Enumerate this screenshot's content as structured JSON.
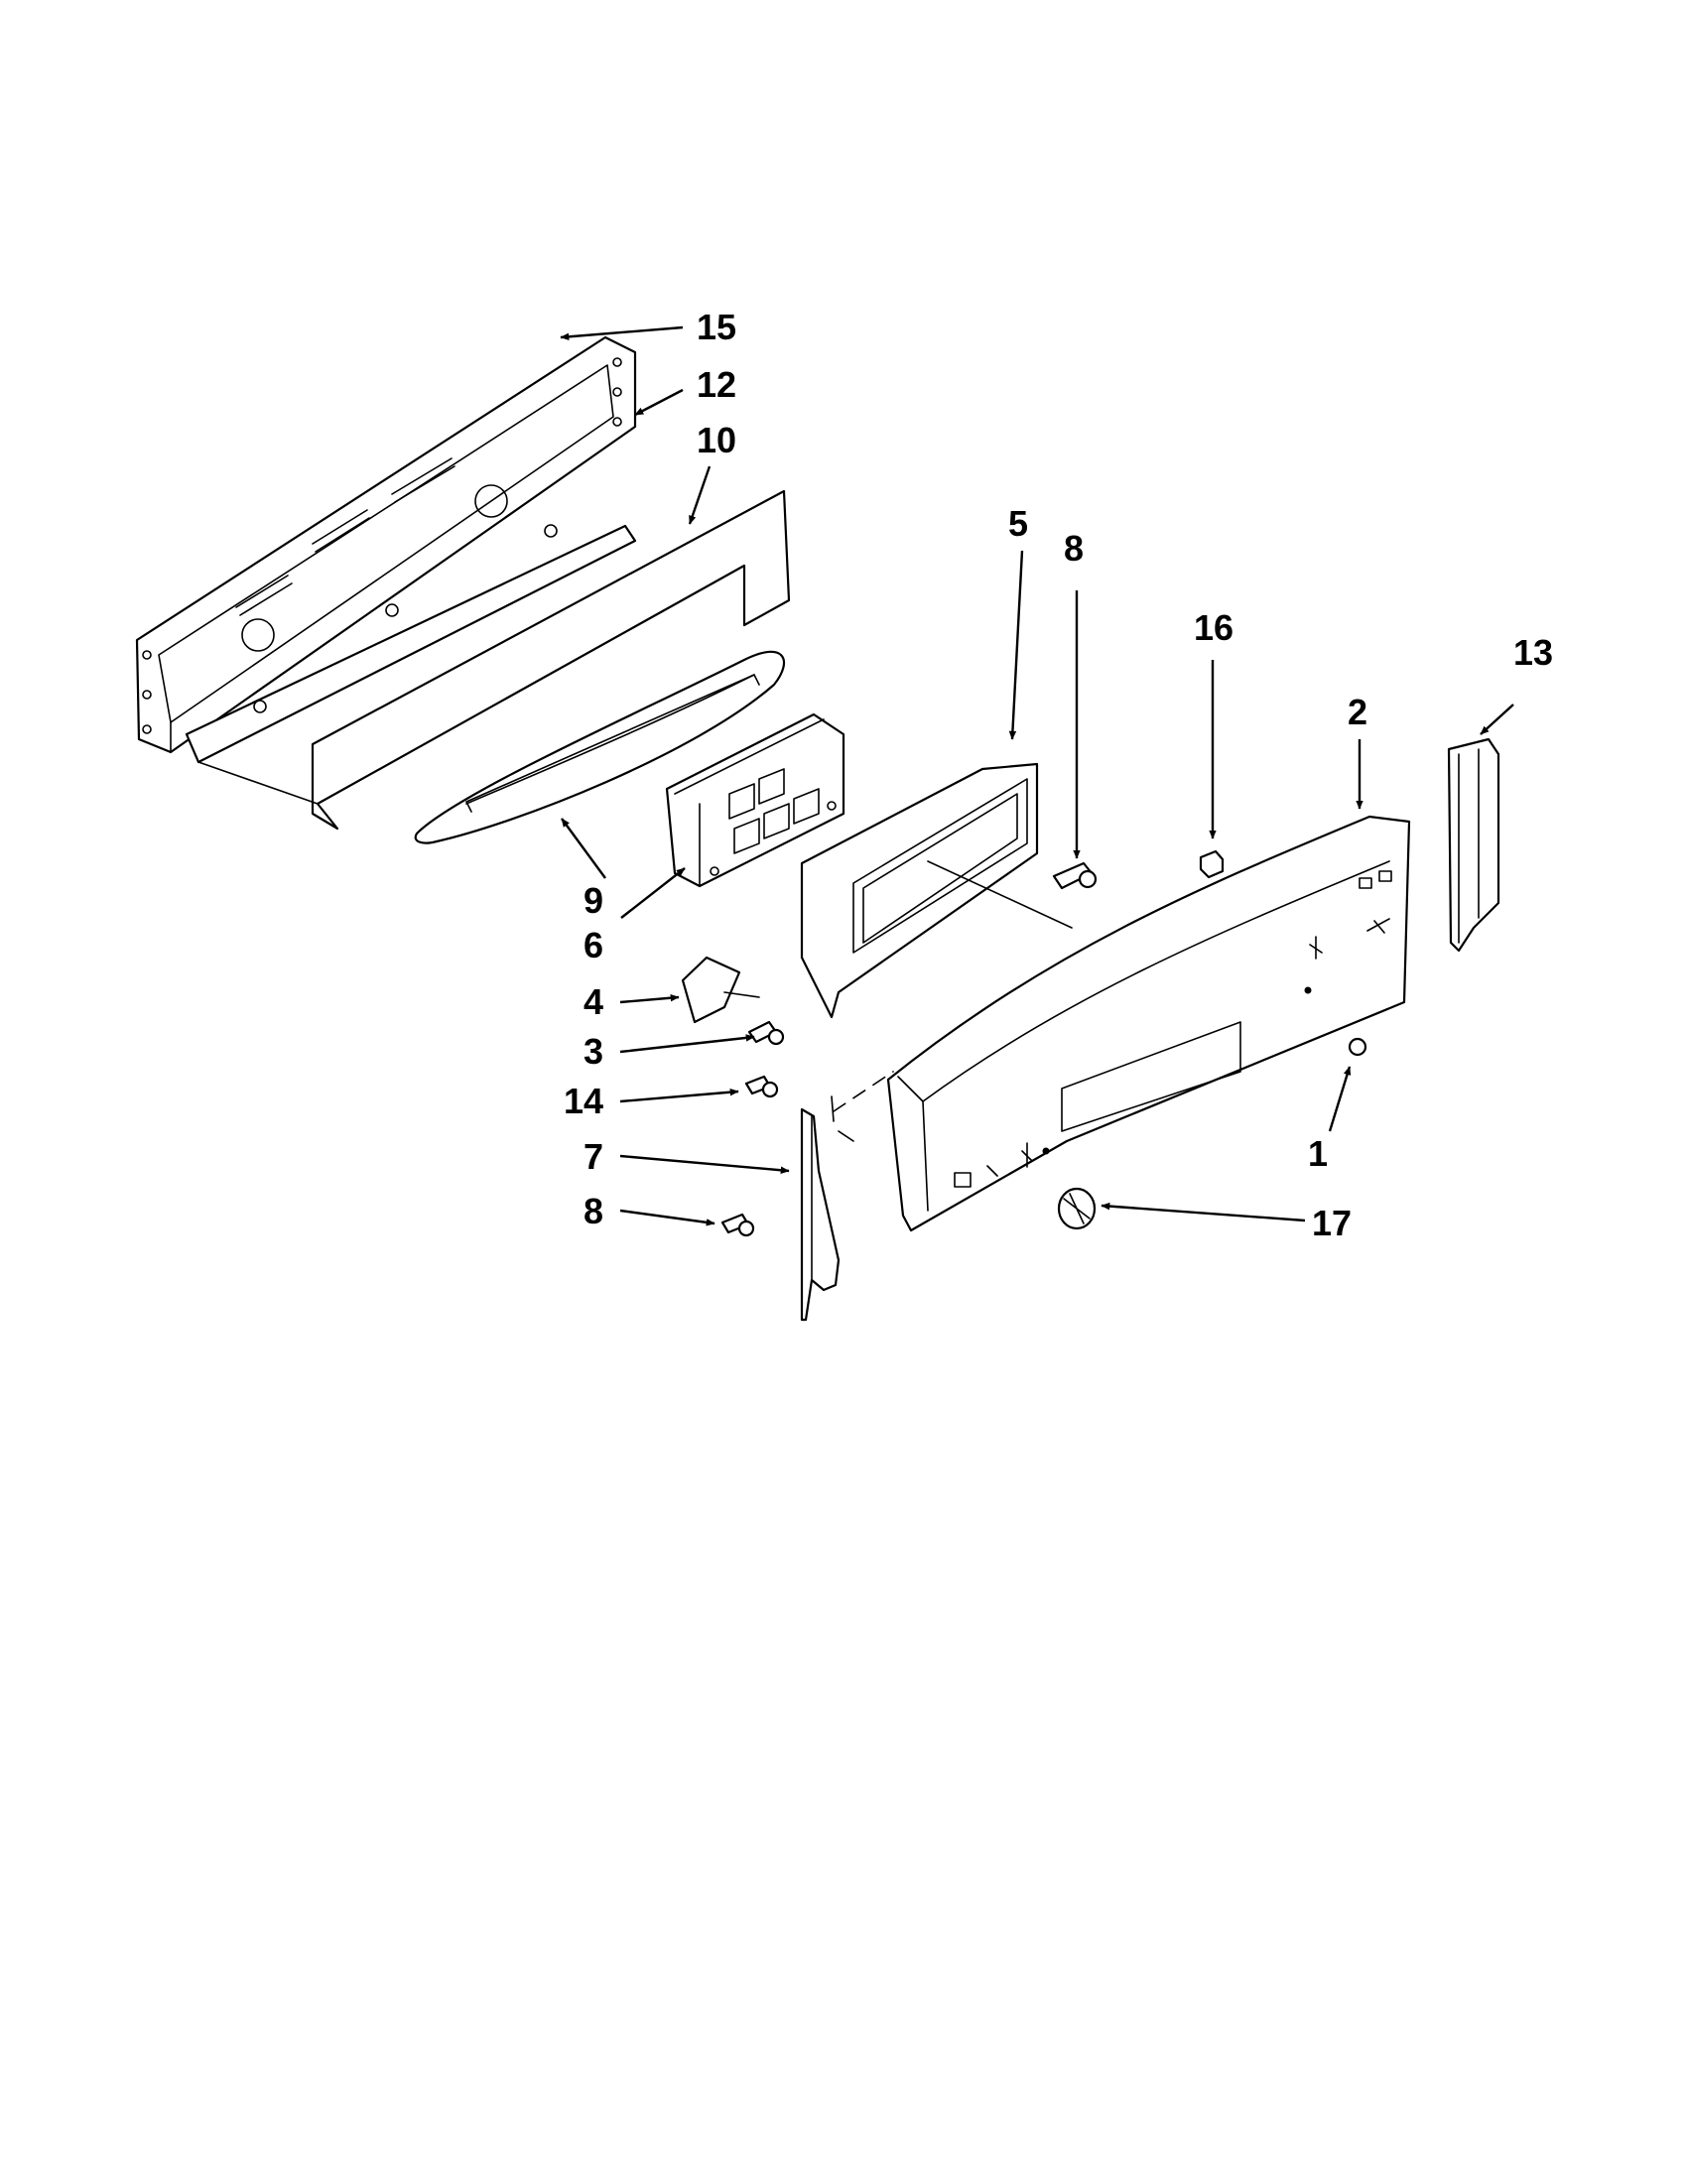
{
  "diagram": {
    "callouts": [
      {
        "id": "c15",
        "label": "15"
      },
      {
        "id": "c12",
        "label": "12"
      },
      {
        "id": "c10",
        "label": "10"
      },
      {
        "id": "c5",
        "label": "5"
      },
      {
        "id": "c8a",
        "label": "8"
      },
      {
        "id": "c16",
        "label": "16"
      },
      {
        "id": "c13",
        "label": "13"
      },
      {
        "id": "c2",
        "label": "2"
      },
      {
        "id": "c9",
        "label": "9"
      },
      {
        "id": "c6",
        "label": "6"
      },
      {
        "id": "c4",
        "label": "4"
      },
      {
        "id": "c3",
        "label": "3"
      },
      {
        "id": "c14",
        "label": "14"
      },
      {
        "id": "c7",
        "label": "7"
      },
      {
        "id": "c8b",
        "label": "8"
      },
      {
        "id": "c1",
        "label": "1"
      },
      {
        "id": "c17",
        "label": "17"
      }
    ],
    "colors": {
      "line": "#000000",
      "background": "#ffffff"
    }
  }
}
